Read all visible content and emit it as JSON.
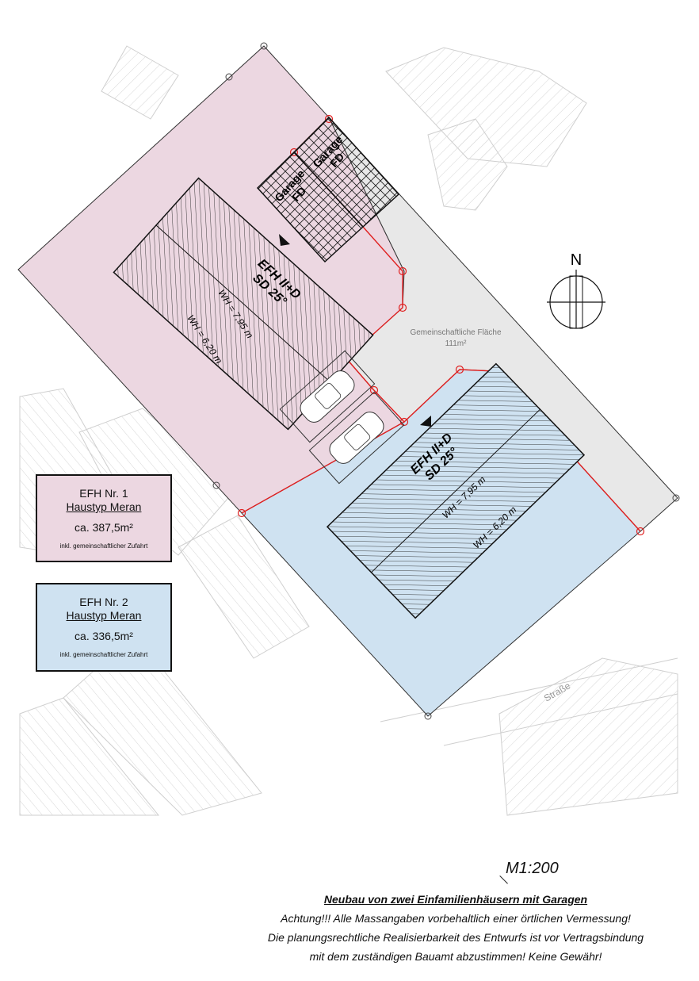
{
  "plan": {
    "compass_label": "N",
    "common_area": {
      "label": "Gemeinschaftliche Fläche",
      "area": "111m²"
    },
    "street_label": "Straße",
    "house1": {
      "name": "EFH  II+D",
      "roof": "SD 25°",
      "wh1": "WH = 7,95 m",
      "wh2": "WH = 6,20 m"
    },
    "house2": {
      "name": "EFH  II+D",
      "roof": "SD 25°",
      "wh1": "WH = 7,95 m",
      "wh2": "WH = 6,20 m"
    },
    "garage1": {
      "line1": "Garage",
      "line2": "FD"
    },
    "garage2": {
      "line1": "Garage",
      "line2": "FD"
    }
  },
  "legend": [
    {
      "title": "EFH Nr. 1",
      "type": "Haustyp Meran",
      "area": "ca. 387,5m²",
      "note": "inkl. gemeinschaftlicher Zufahrt"
    },
    {
      "title": "EFH Nr. 2",
      "type": "Haustyp Meran",
      "area": "ca. 336,5m²",
      "note": "inkl. gemeinschaftlicher Zufahrt"
    }
  ],
  "scale": "M1:200",
  "notes": {
    "title": "Neubau von zwei Einfamilienhäusern mit Garagen",
    "line1": "Achtung!!! Alle Massangaben vorbehaltlich einer örtlichen Vermessung!",
    "line2": "Die planungsrechtliche Realisierbarkeit des Entwurfs ist vor Vertragsbindung",
    "line3": "mit dem zuständigen Bauamt abzustimmen! Keine Gewähr!"
  },
  "colors": {
    "lot1": "#ecd7e1",
    "lot2": "#cfe2f1",
    "common": "#e8e8e8",
    "boundary": "#e02020"
  }
}
